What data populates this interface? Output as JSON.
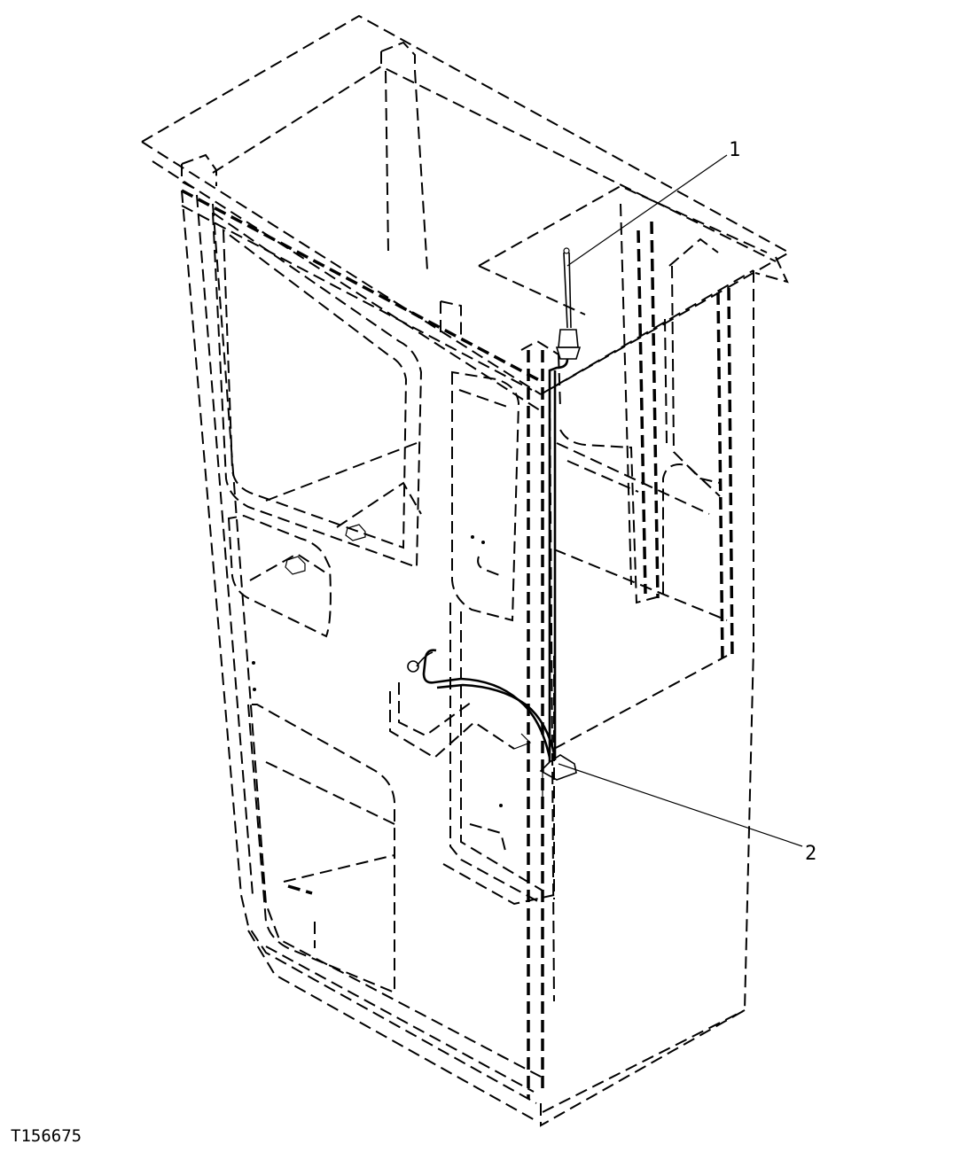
{
  "figure": {
    "id_label": "T156675"
  },
  "callouts": [
    {
      "number": "1",
      "part": "antenna"
    },
    {
      "number": "2",
      "part": "wiring-harness"
    }
  ],
  "colors": {
    "line": "#000000",
    "background": "#ffffff"
  }
}
